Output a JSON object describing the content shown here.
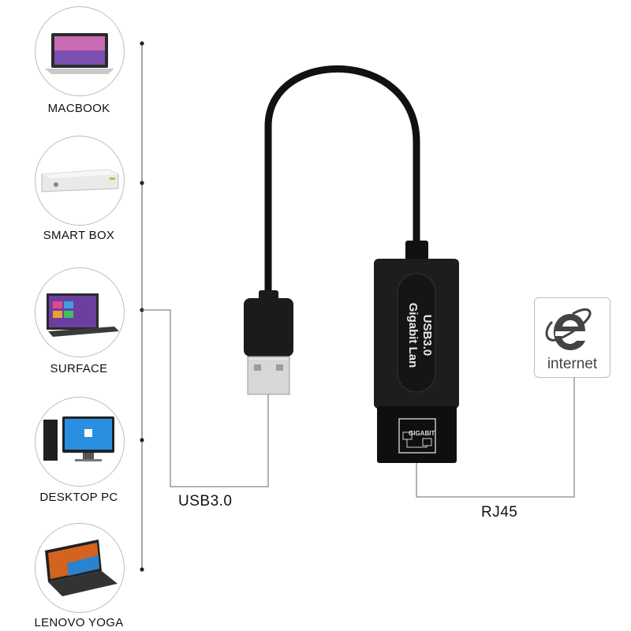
{
  "devices": [
    {
      "label": "MACBOOK",
      "icon": "laptop-icon"
    },
    {
      "label": "SMART BOX",
      "icon": "set-top-box-icon"
    },
    {
      "label": "SURFACE",
      "icon": "tablet-icon"
    },
    {
      "label": "DESKTOP PC",
      "icon": "desktop-pc-icon"
    },
    {
      "label": "LENOVO YOGA",
      "icon": "convertible-laptop-icon"
    }
  ],
  "connectors": {
    "usb_label": "USB3.0",
    "rj45_label": "RJ45"
  },
  "adapter": {
    "line1": "USB3.0",
    "line2": "Gigabit Lan",
    "port_label": "GIGABIT"
  },
  "internet": {
    "label": "internet",
    "icon": "internet-explorer-icon"
  }
}
